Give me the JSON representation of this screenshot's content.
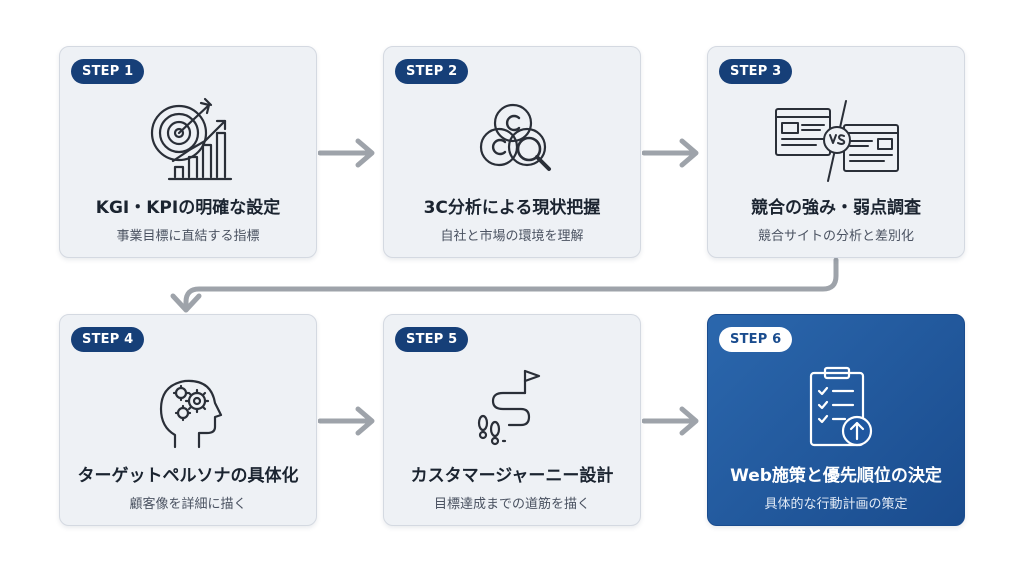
{
  "steps": [
    {
      "badge": "STEP 1",
      "title": "KGI・KPIの明確な設定",
      "subtitle": "事業目標に直結する指標",
      "icon": "target-growth-chart-icon"
    },
    {
      "badge": "STEP 2",
      "title": "3C分析による現状把握",
      "subtitle": "自社と市場の環境を理解",
      "icon": "three-circles-magnifier-icon"
    },
    {
      "badge": "STEP 3",
      "title": "競合の強み・弱点調査",
      "subtitle": "競合サイトの分析と差別化",
      "icon": "versus-websites-icon"
    },
    {
      "badge": "STEP 4",
      "title": "ターゲットペルソナの具体化",
      "subtitle": "顧客像を詳細に描く",
      "icon": "head-gears-icon"
    },
    {
      "badge": "STEP 5",
      "title": "カスタマージャーニー設計",
      "subtitle": "目標達成までの道筋を描く",
      "icon": "footprints-path-flag-icon"
    },
    {
      "badge": "STEP 6",
      "title": "Web施策と優先順位の決定",
      "subtitle": "具体的な行動計画の策定",
      "icon": "clipboard-checklist-arrow-icon"
    }
  ],
  "colors": {
    "badge": "#163f78",
    "active_card": "#1f57a0",
    "arrow": "#9ea3aa",
    "icon_stroke": "#2a2f38"
  }
}
